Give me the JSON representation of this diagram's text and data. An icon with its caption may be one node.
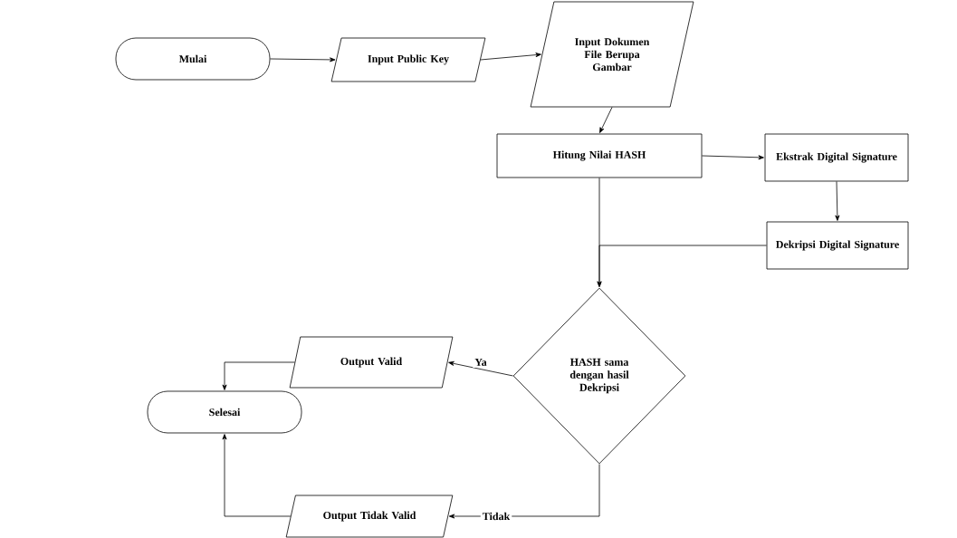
{
  "diagram": {
    "nodes": [
      {
        "text": [
          "Mulai"
        ]
      },
      {
        "text": [
          "Input Public Key"
        ]
      },
      {
        "text": [
          "Input Dokumen File Berupa Gambar"
        ]
      },
      {
        "text": [
          "Hitung Nilai HASH"
        ]
      },
      {
        "text": [
          "Ekstrak Digital Signature"
        ]
      },
      {
        "text": [
          "Dekripsi Digital Signature"
        ]
      },
      {
        "text": [
          "HASH sama dengan hasil Dekripsi"
        ]
      },
      {
        "text": [
          "Output Valid"
        ]
      },
      {
        "text": [
          "Selesai"
        ]
      },
      {
        "text": [
          "Output Tidak Valid"
        ]
      }
    ],
    "edges": [
      {
        "from": 0,
        "to": 1,
        "arrow": "to"
      },
      {
        "from": 1,
        "to": 2,
        "arrow": "to"
      },
      {
        "from": 2,
        "to": 3,
        "arrow": "to"
      },
      {
        "from": 3,
        "to": 4,
        "arrow": "to"
      },
      {
        "from": 4,
        "to": 5,
        "arrow": "to"
      },
      {
        "from": 3,
        "to": 6,
        "arrow": "to"
      },
      {
        "from": 5,
        "to": 6,
        "arrow": "to"
      },
      {
        "from": 6,
        "to": 7,
        "arrow": "to",
        "label": "Ya"
      },
      {
        "from": 6,
        "to": 9,
        "arrow": "to",
        "label": "Tidak"
      },
      {
        "from": 7,
        "to": 8,
        "arrow": "to"
      },
      {
        "from": 9,
        "to": 8,
        "arrow": "to"
      }
    ]
  }
}
